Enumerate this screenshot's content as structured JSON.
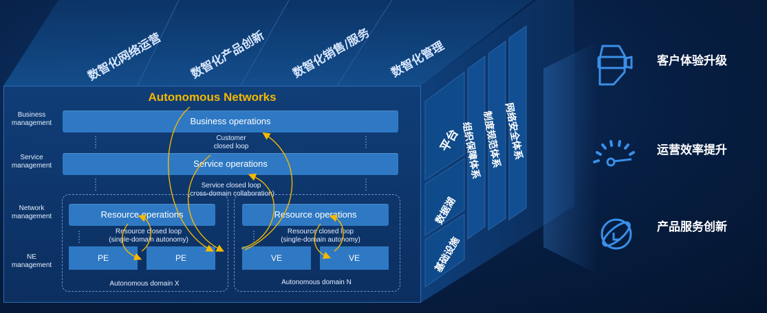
{
  "top_face": {
    "labels": [
      "数智化网络运营",
      "数智化产品创新",
      "数智化销售/服务",
      "数智化管理"
    ]
  },
  "side_face": {
    "platform": "平台",
    "data_lake": "数据湖",
    "infrastructure": "基础设施",
    "pillars": [
      "组织保障体系",
      "制度规范体系",
      "网络安全体系"
    ]
  },
  "diagram": {
    "title": "Autonomous Networks",
    "layers": {
      "business": "Business management",
      "service": "Service management",
      "network": "Network management",
      "ne": "NE management"
    },
    "business_ops": "Business operations",
    "service_ops": "Service operations",
    "customer_loop": "Customer closed loop",
    "service_loop_line1": "Service closed loop",
    "service_loop_line2": "(cross-domain collaboration)",
    "domain_x": {
      "resource_ops": "Resource operations",
      "loop_line1": "Resource closed loop",
      "loop_line2": "(single-domain autonomy)",
      "ne_left": "PE",
      "ne_right": "PE",
      "label": "Autonomous domain X"
    },
    "domain_n": {
      "resource_ops": "Resource operations",
      "loop_line1": "Resource closed loop",
      "loop_line2": "(single-domain autonomy)",
      "ne_left": "VE",
      "ne_right": "VE",
      "label": "Autonomous domain N"
    }
  },
  "benefits": [
    {
      "label": "客户体验升级",
      "icon": "vr-headset-icon"
    },
    {
      "label": "运营效率提升",
      "icon": "gauge-icon"
    },
    {
      "label": "产品服务创新",
      "icon": "globe-icon"
    }
  ]
}
